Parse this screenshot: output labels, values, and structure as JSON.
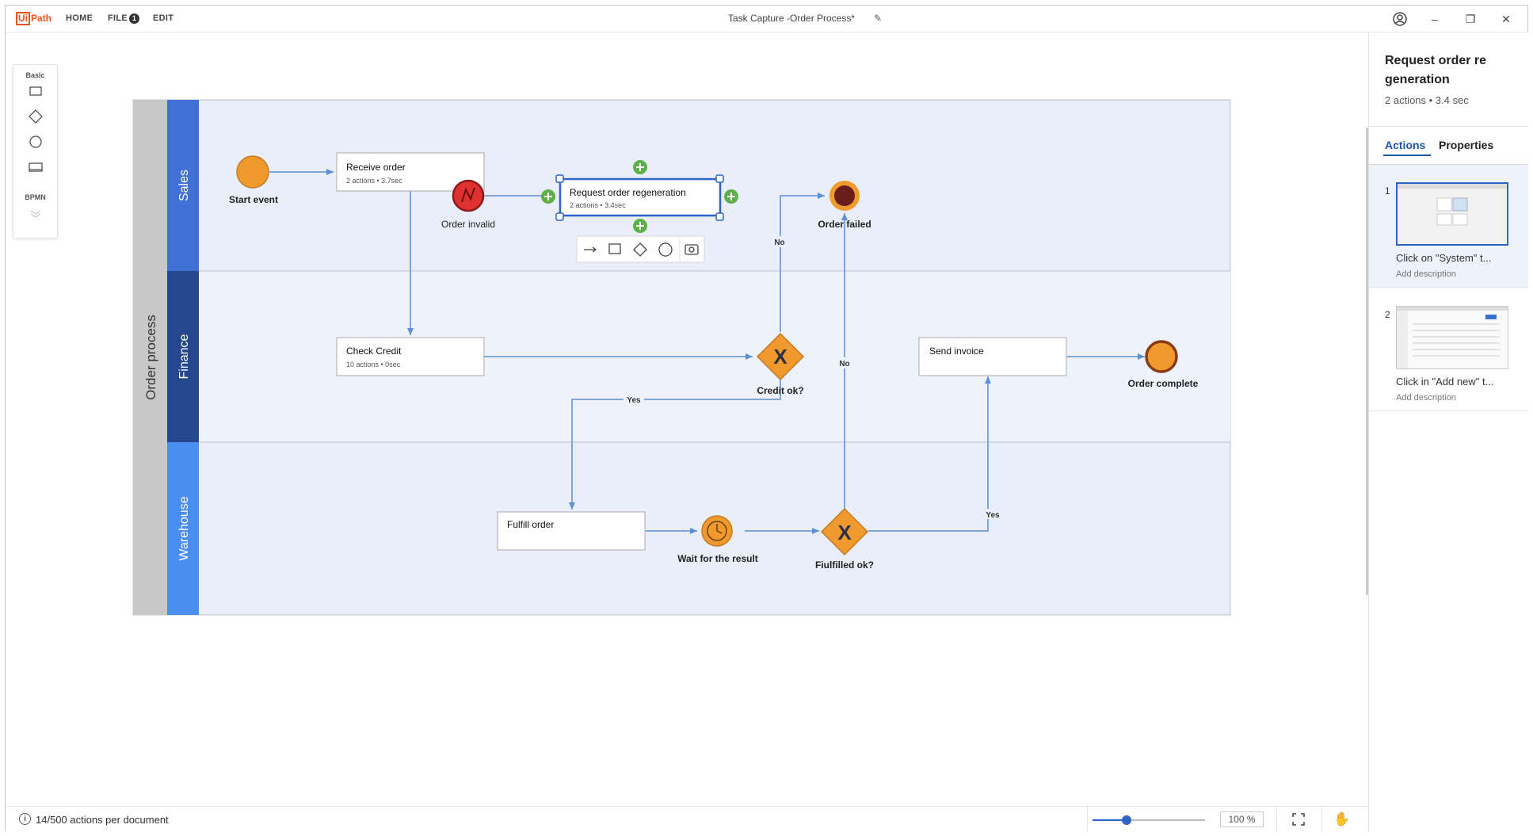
{
  "app": {
    "logo_ui": "Ui",
    "logo_path": "Path",
    "menu": [
      "HOME",
      "FILE",
      "EDIT"
    ],
    "file_badge": "1",
    "title": "Task Capture -Order Process*"
  },
  "palette": {
    "basic_label": "Basic",
    "bpmn_label": "BPMN",
    "shapes": [
      "rectangle-icon",
      "diamond-icon",
      "circle-icon",
      "subprocess-icon"
    ]
  },
  "diagram": {
    "pool_label": "Order process",
    "lanes": [
      "Sales",
      "Finance",
      "Warehouse"
    ],
    "tasks": {
      "receive_order": {
        "title": "Receive order",
        "sub": "2 actions  •  3.7sec"
      },
      "request_regen": {
        "title": "Request order regeneration",
        "sub": "2 actions  •  3.4sec"
      },
      "check_credit": {
        "title": "Check Credit",
        "sub": "10 actions  •  0sec"
      },
      "send_invoice": {
        "title": "Send invoice"
      },
      "fulfill_order": {
        "title": "Fulfill order"
      }
    },
    "events": {
      "start": "Start event",
      "order_invalid": "Order invalid",
      "order_failed": "Order failed",
      "order_complete": "Order complete",
      "wait_result": "Wait for the result"
    },
    "gateways": {
      "credit_ok": "Credit ok?",
      "fulfilled_ok": "Fiulfilled ok?"
    },
    "flow_labels": {
      "no1": "No",
      "no2": "No",
      "yes1": "Yes",
      "yes2": "Yes"
    },
    "colors": {
      "lane_sales": "#3f72d4",
      "lane_finance": "#24478e",
      "lane_warehouse": "#4a8ef0",
      "event_orange": "#f0992c",
      "event_error_red": "#e03131",
      "end_event_dark": "#6a1d1d",
      "accent": "#2f63c6",
      "add_green": "#5db04a"
    }
  },
  "right_panel": {
    "title": "Request order re generation",
    "subtitle": "2 actions • 3.4 sec",
    "tabs": [
      "Actions",
      "Properties"
    ],
    "actions": [
      {
        "num": "1",
        "text": "Click on \"System\" t...",
        "desc": "Add description"
      },
      {
        "num": "2",
        "text": "Click in \"Add new\" t...",
        "desc": "Add description"
      }
    ]
  },
  "status": {
    "text": "14/500 actions per document",
    "info_icon": "i",
    "zoom_value": "100",
    "zoom_unit": "%",
    "zoom_level": 0.3
  }
}
